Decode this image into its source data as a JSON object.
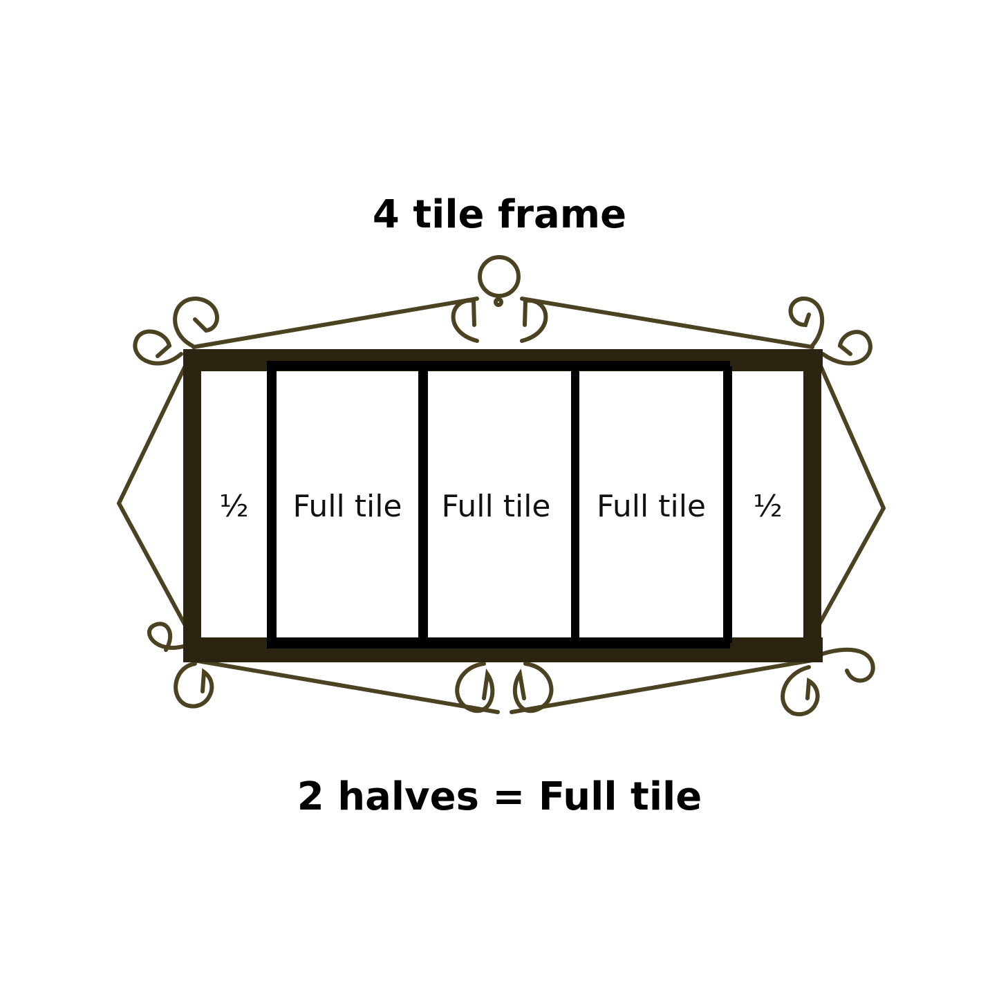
{
  "diagram": {
    "title": "4 tile frame",
    "footer": "2 halves = Full tile",
    "slots": [
      {
        "label": "½",
        "kind": "half"
      },
      {
        "label": "Full tile",
        "kind": "full"
      },
      {
        "label": "Full tile",
        "kind": "full"
      },
      {
        "label": "Full tile",
        "kind": "full"
      },
      {
        "label": "½",
        "kind": "half"
      }
    ],
    "colors": {
      "frame_bar": "#2a2410",
      "scroll_wire": "#4a4220",
      "tile_divider": "#000000",
      "background": "#ffffff"
    }
  }
}
